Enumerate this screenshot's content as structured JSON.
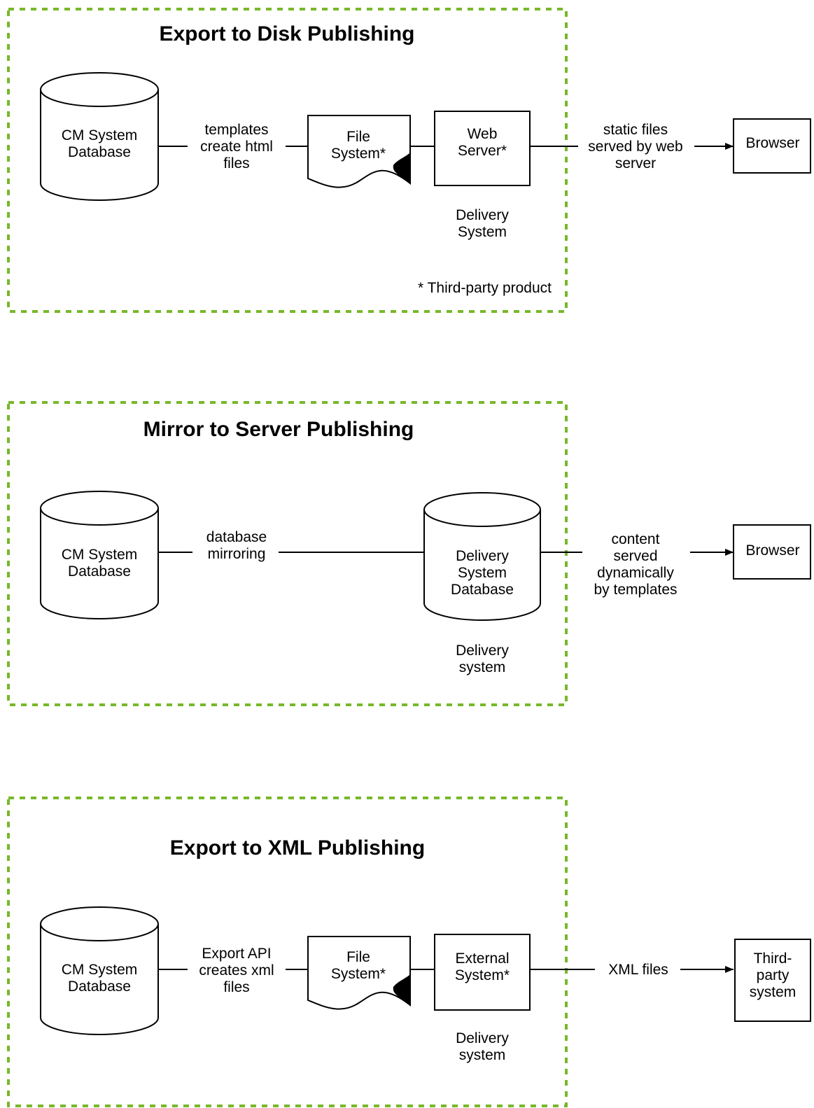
{
  "colors": {
    "frame": "#77b82a",
    "title": "#5daa1f",
    "stroke": "#000000"
  },
  "icons": {
    "database": "cylinder-shape",
    "file_system": "document-shape",
    "arrow": "arrowhead"
  },
  "sections": [
    {
      "title": "Export to Disk Publishing",
      "source": [
        "CM System",
        "Database"
      ],
      "link_label": [
        "templates",
        "create html",
        "files"
      ],
      "file_system": [
        "File",
        "System*"
      ],
      "server": [
        "Web",
        "Server*"
      ],
      "delivery": [
        "Delivery",
        "System"
      ],
      "out_label": [
        "static files",
        "served by web",
        "server"
      ],
      "target": [
        "Browser"
      ],
      "footnote": "* Third-party product"
    },
    {
      "title": "Mirror to Server Publishing",
      "source": [
        "CM System",
        "Database"
      ],
      "link_label": [
        "database",
        "mirroring"
      ],
      "delivery_db": [
        "Delivery",
        "System",
        "Database"
      ],
      "delivery": [
        "Delivery",
        "system"
      ],
      "out_label": [
        "content",
        "served",
        "dynamically",
        "by templates"
      ],
      "target": [
        "Browser"
      ]
    },
    {
      "title": "Export to XML Publishing",
      "source": [
        "CM System",
        "Database"
      ],
      "link_label": [
        "Export API",
        "creates xml",
        "files"
      ],
      "file_system": [
        "File",
        "System*"
      ],
      "server": [
        "External",
        "System*"
      ],
      "delivery": [
        "Delivery",
        "system"
      ],
      "out_label": [
        "XML files"
      ],
      "target": [
        "Third-",
        "party",
        "system"
      ]
    }
  ]
}
